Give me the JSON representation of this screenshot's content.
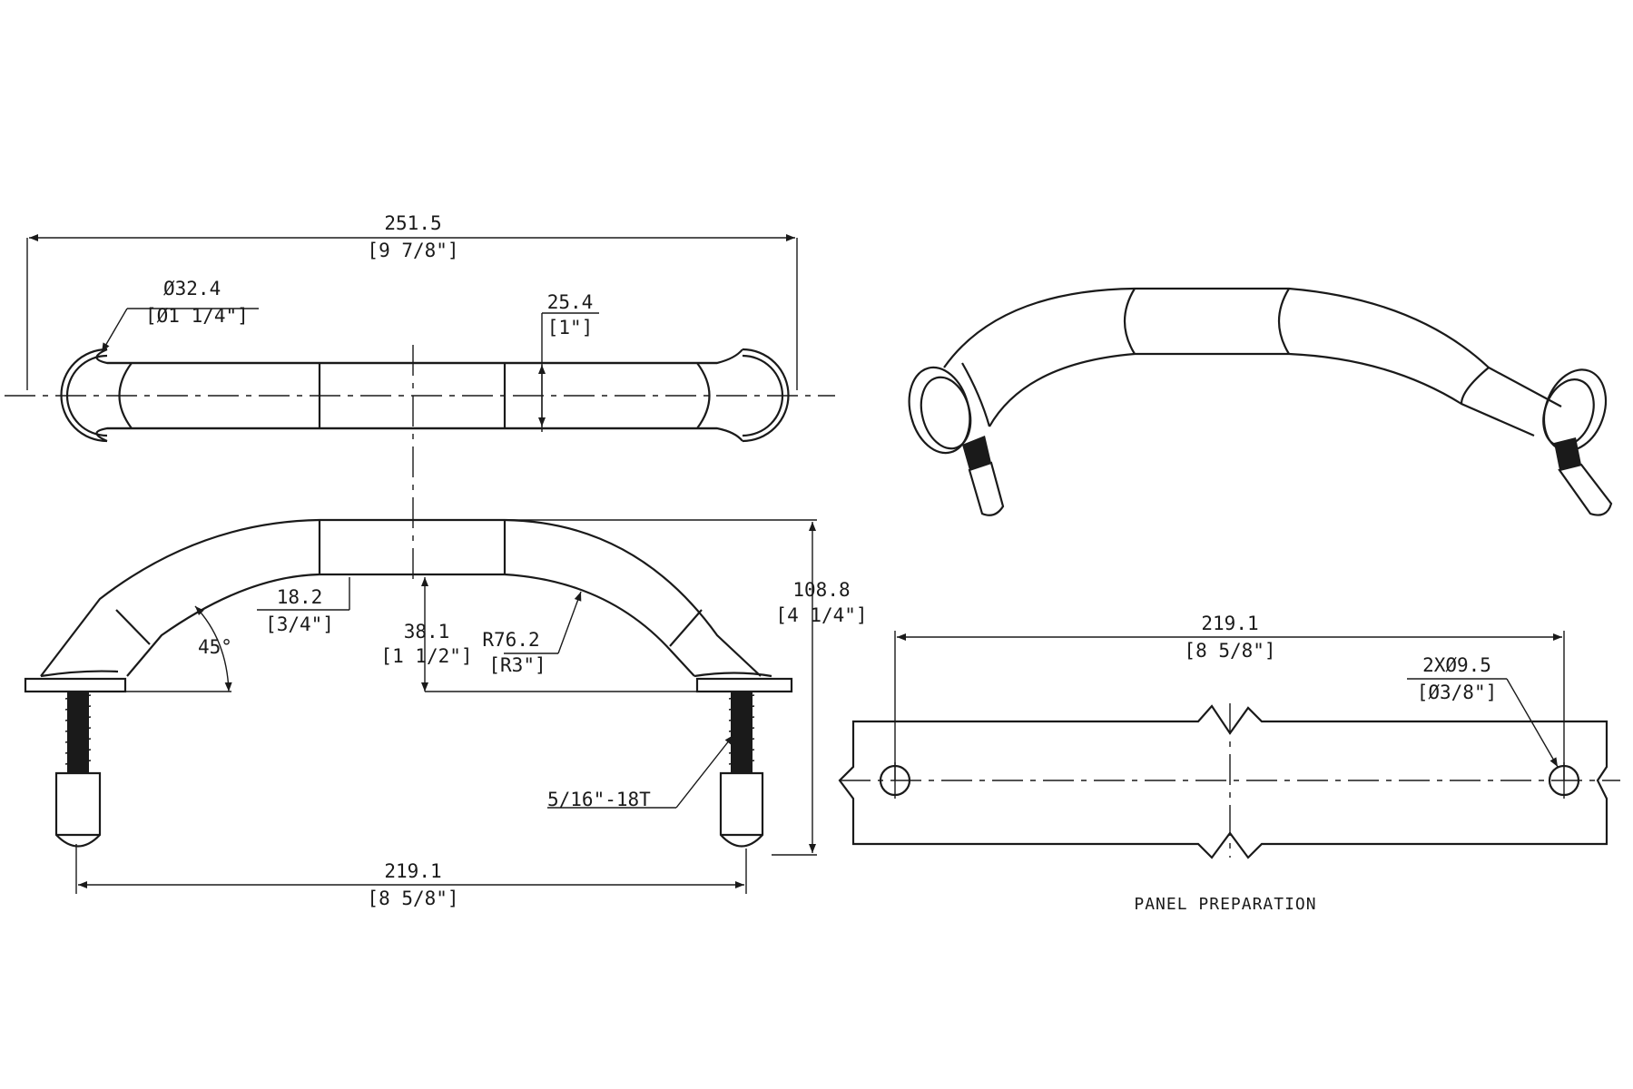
{
  "top_view": {
    "overall_length": "251.5",
    "overall_length_in": "[9 7/8\"]",
    "diameter": "Ø32.4",
    "diameter_in": "[Ø1 1/4\"]",
    "section_width": "25.4",
    "section_width_in": "[1\"]"
  },
  "front_view": {
    "offset_a": "18.2",
    "offset_a_in": "[3/4\"]",
    "angle": "45°",
    "clearance": "38.1",
    "clearance_in": "[1 1/2\"]",
    "radius": "R76.2",
    "radius_in": "[R3\"]",
    "height": "108.8",
    "height_in": "[4 1/4\"]",
    "thread": "5/16\"-18T",
    "center_to_center": "219.1",
    "center_to_center_in": "[8 5/8\"]"
  },
  "panel_preparation": {
    "center_to_center": "219.1",
    "center_to_center_in": "[8 5/8\"]",
    "hole_spec": "2XØ9.5",
    "hole_spec_in": "[Ø3/8\"]",
    "caption": "PANEL PREPARATION"
  }
}
